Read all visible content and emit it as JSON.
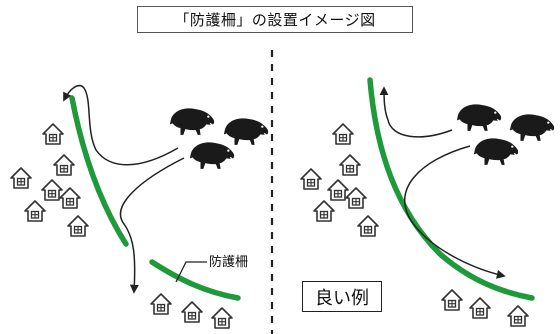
{
  "title": "「防護柵」の設置イメージ図",
  "fence_label": "防護柵",
  "good_example_label": "良い例",
  "colors": {
    "fence": "#1f9a3a",
    "arrow": "#222222",
    "boar": "#1a1a1a",
    "house": "#333333",
    "divider": "#222222"
  },
  "panels": [
    {
      "name": "left",
      "houses": 10,
      "boars": 3,
      "fence": "green-curve",
      "arrow": "split-detour"
    },
    {
      "name": "right",
      "houses": 10,
      "boars": 3,
      "fence": "green-curve",
      "arrow": "split-outward"
    }
  ]
}
